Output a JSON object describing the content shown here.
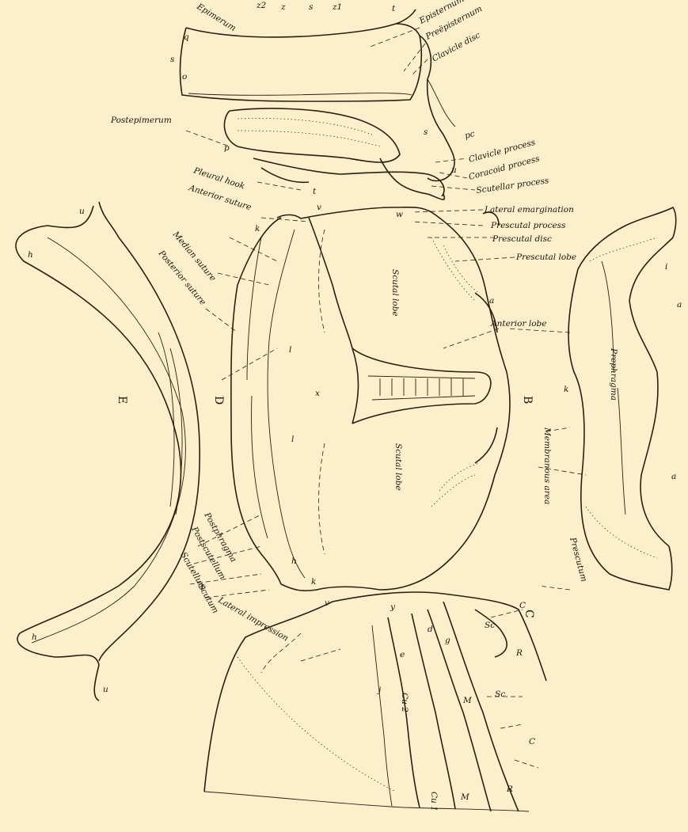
{
  "part_letters": {
    "B": "B",
    "C": "C",
    "D": "D",
    "E": "E"
  },
  "labels": {
    "epimerum": "Epimerum",
    "episternum": "Episternum",
    "preepisternum": "Preëpisternum",
    "clavicle_disc": "Clavicle disc",
    "postepimerum": "Postepimerum",
    "pc": "pc",
    "clavicle_process": "Clavicle process",
    "coracoid_process": "Coracoid process",
    "scutellar_process": "Scutellar process",
    "pleural_hook": "Pleural hook",
    "anterior_suture": "Anterior suture",
    "lateral_emargination": "Lateral emargination",
    "prescutal_process": "Prescutal process",
    "prescutal_disc": "Prescutal disc",
    "prescutal_lobe": "Prescutal lobe",
    "median_suture": "Median suture",
    "posterior_suture": "Posterior suture",
    "scutal_lobe_top": "Scutal lobe",
    "scutal_lobe_bottom": "Scutal lobe",
    "anterior_lobe": "Anterior lobe",
    "prephragma": "Prephragma",
    "membranous_area": "Membranous area",
    "prescutum": "Prescutum",
    "postphragma": "Postphragma",
    "postscutellum": "Postscutellum",
    "scutellum": "Scutellum",
    "scutum": "Scutum",
    "lateral_impression": "Lateral impression"
  },
  "letter_marks": {
    "q": "q",
    "o": "o",
    "s_epi": "s",
    "p": "p",
    "z2": "z2",
    "z": "z",
    "s_top": "s",
    "z1": "z1",
    "t_top": "t",
    "s_cl": "s",
    "u": "u",
    "w": "w",
    "v": "v",
    "k": "k",
    "t_left": "t",
    "u_e_top": "u",
    "h_e_top": "h",
    "h_e_bot": "h",
    "u_e_bot": "u",
    "a_mid": "a",
    "a_pre_top": "a",
    "a_pre_bot": "a",
    "i_pre": "i",
    "k_pre": "k",
    "x": "x",
    "l_top": "l",
    "l_bot": "l",
    "h_bot": "h",
    "k_bot": "k",
    "v_bot": "v",
    "y": "y",
    "d": "d",
    "g": "g",
    "e": "e",
    "j": "j"
  },
  "wing_veins": {
    "sc1": "Sc",
    "sc2": "Sc",
    "r1": "R",
    "r2": "R",
    "m1": "M",
    "m2": "M",
    "cu2": "Cu 2",
    "cu1": "Cu 1",
    "c1": "C",
    "c2": "C"
  }
}
